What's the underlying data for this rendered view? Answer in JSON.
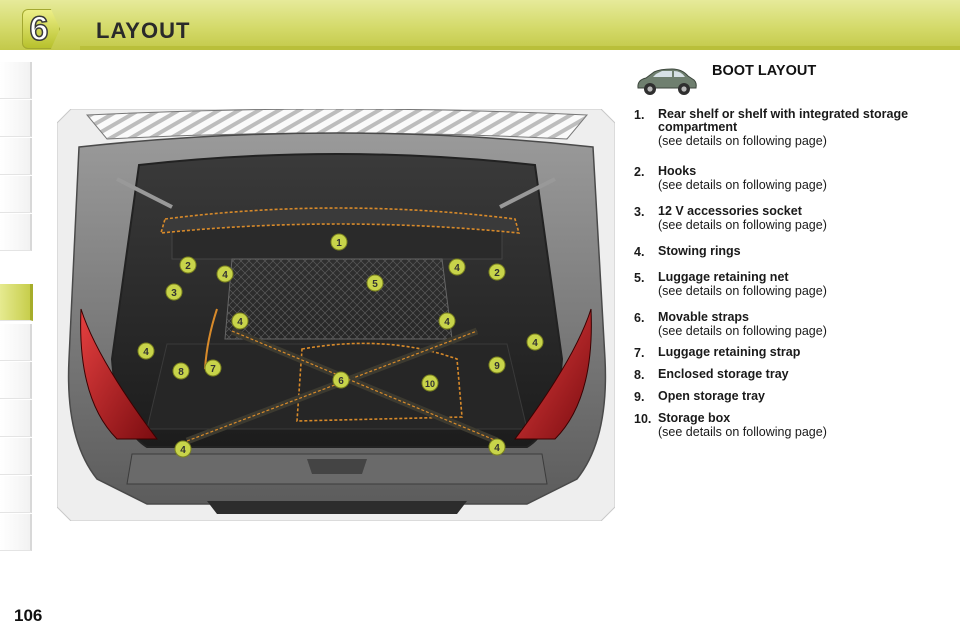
{
  "header": {
    "chapter_number": "6",
    "chapter_title": "LAYOUT"
  },
  "section": {
    "title": "BOOT LAYOUT",
    "icon": "car-icon"
  },
  "items": [
    {
      "num": "1.",
      "title": "Rear shelf or shelf with integrated storage compartment",
      "note": "(see details on following page)"
    },
    {
      "num": "2.",
      "title": "Hooks",
      "note": "(see details on following page)"
    },
    {
      "num": "3.",
      "title": "12 V accessories socket",
      "note": "(see details on following page)"
    },
    {
      "num": "4.",
      "title": "Stowing rings",
      "note": ""
    },
    {
      "num": "5.",
      "title": "Luggage retaining net",
      "note": "(see details on following page)"
    },
    {
      "num": "6.",
      "title": "Movable straps",
      "note": "(see details on following page)"
    },
    {
      "num": "7.",
      "title": "Luggage retaining strap",
      "note": ""
    },
    {
      "num": "8.",
      "title": "Enclosed storage tray",
      "note": ""
    },
    {
      "num": "9.",
      "title": "Open storage tray",
      "note": ""
    },
    {
      "num": "10.",
      "title": "Storage box",
      "note": "(see details on following page)"
    }
  ],
  "callouts": [
    "1",
    "2",
    "2",
    "3",
    "4",
    "4",
    "4",
    "4",
    "4",
    "4",
    "4",
    "4",
    "5",
    "6",
    "7",
    "8",
    "9",
    "10"
  ],
  "page_number": "106",
  "colors": {
    "accent": "#c3c94a",
    "callout": "#c8d44a",
    "strap": "#d88a2a"
  }
}
